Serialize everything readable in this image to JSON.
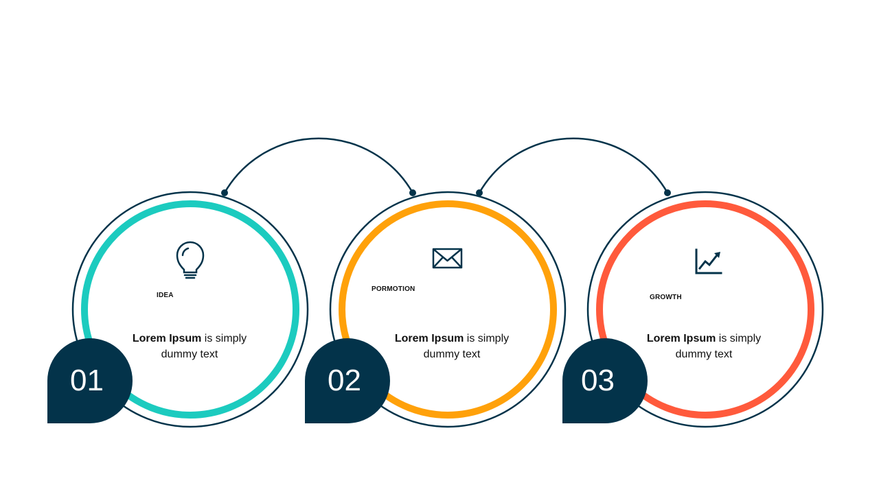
{
  "colors": {
    "navy": "#03334a",
    "teal": "#1ccbbf",
    "orange": "#ffa10a",
    "coral": "#ff5a3c"
  },
  "steps": [
    {
      "number": "01",
      "label": "IDEA",
      "icon": "lightbulb-icon",
      "ring_color": "#1ccbbf",
      "text_bold": "Lorem Ipsum",
      "text_rest": " is simply",
      "text_line2": "dummy text"
    },
    {
      "number": "02",
      "label": "PORMOTION",
      "icon": "envelope-icon",
      "ring_color": "#ffa10a",
      "text_bold": "Lorem Ipsum",
      "text_rest": " is simply",
      "text_line2": "dummy text"
    },
    {
      "number": "03",
      "label": "GROWTH",
      "icon": "growth-chart-icon",
      "ring_color": "#ff5a3c",
      "text_bold": "Lorem Ipsum",
      "text_rest": " is simply",
      "text_line2": "dummy text"
    }
  ]
}
